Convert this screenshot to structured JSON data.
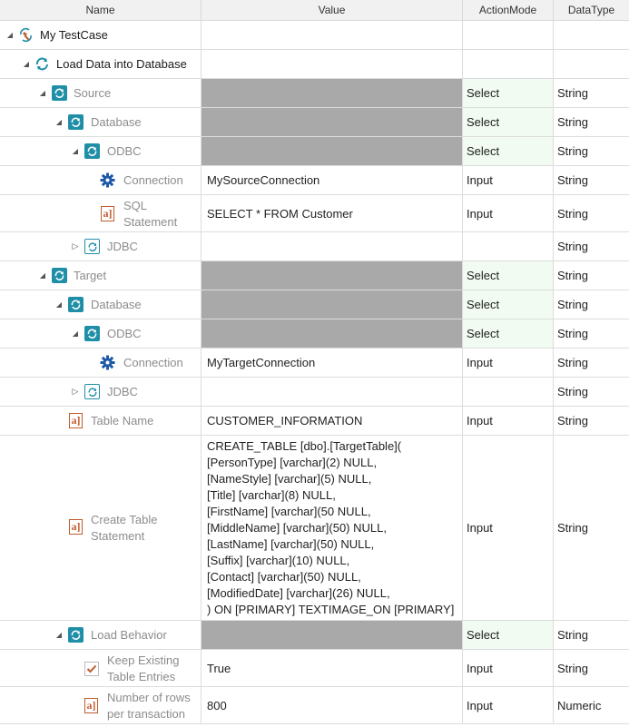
{
  "columns": {
    "name": "Name",
    "value": "Value",
    "action_mode": "ActionMode",
    "data_type": "DataType"
  },
  "rows": {
    "r0": {
      "name": "My TestCase",
      "value": "",
      "action": "",
      "type": ""
    },
    "r1": {
      "name": "Load Data into Database",
      "value": "",
      "action": "",
      "type": ""
    },
    "r2": {
      "name": "Source",
      "value": "",
      "action": "Select",
      "type": "String"
    },
    "r3": {
      "name": "Database",
      "value": "",
      "action": "Select",
      "type": "String"
    },
    "r4": {
      "name": "ODBC",
      "value": "",
      "action": "Select",
      "type": "String"
    },
    "r5": {
      "name": "Connection",
      "value": "MySourceConnection",
      "action": "Input",
      "type": "String"
    },
    "r6": {
      "name": "SQL\nStatement",
      "value": "SELECT * FROM Customer",
      "action": "Input",
      "type": "String"
    },
    "r7": {
      "name": "JDBC",
      "value": "",
      "action": "",
      "type": "String"
    },
    "r8": {
      "name": "Target",
      "value": "",
      "action": "Select",
      "type": "String"
    },
    "r9": {
      "name": "Database",
      "value": "",
      "action": "Select",
      "type": "String"
    },
    "r10": {
      "name": "ODBC",
      "value": "",
      "action": "Select",
      "type": "String"
    },
    "r11": {
      "name": "Connection",
      "value": "MyTargetConnection",
      "action": "Input",
      "type": "String"
    },
    "r12": {
      "name": "JDBC",
      "value": "",
      "action": "",
      "type": "String"
    },
    "r13": {
      "name": "Table Name",
      "value": "CUSTOMER_INFORMATION",
      "action": "Input",
      "type": "String"
    },
    "r14": {
      "name": "Create Table\nStatement",
      "value": "CREATE_TABLE [dbo].[TargetTable](\n[PersonType] [varchar](2) NULL,\n[NameStyle] [varchar](5) NULL,\n[Title] [varchar](8) NULL,\n[FirstName] [varchar](50 NULL,\n[MiddleName] [varchar](50) NULL,\n[LastName] [varchar](50) NULL,\n[Suffix] [varchar](10) NULL,\n[Contact] [varchar](50) NULL,\n[ModifiedDate] [varchar](26) NULL,\n) ON [PRIMARY] TEXTIMAGE_ON [PRIMARY]",
      "action": "Input",
      "type": "String"
    },
    "r15": {
      "name": "Load Behavior",
      "value": "",
      "action": "Select",
      "type": "String"
    },
    "r16": {
      "name": "Keep Existing\nTable Entries",
      "value": "True",
      "action": "Input",
      "type": "String"
    },
    "r17": {
      "name": "Number of rows\nper transaction",
      "value": "800",
      "action": "Input",
      "type": "Numeric"
    }
  },
  "icons": {
    "testcase": "testcase-wrench-icon",
    "folder_reload": "reload-icon",
    "module": "module-reload-icon",
    "gear": "gear-icon",
    "attribute": "attribute-icon",
    "checkbox": "checkbox-icon"
  },
  "colors": {
    "accent_teal": "#1f8fa8",
    "attribute_orange": "#c25a2d",
    "value_gray": "#a9a9a9",
    "select_green_bg": "#f1fbf1",
    "gear_blue": "#1e5aa8"
  }
}
